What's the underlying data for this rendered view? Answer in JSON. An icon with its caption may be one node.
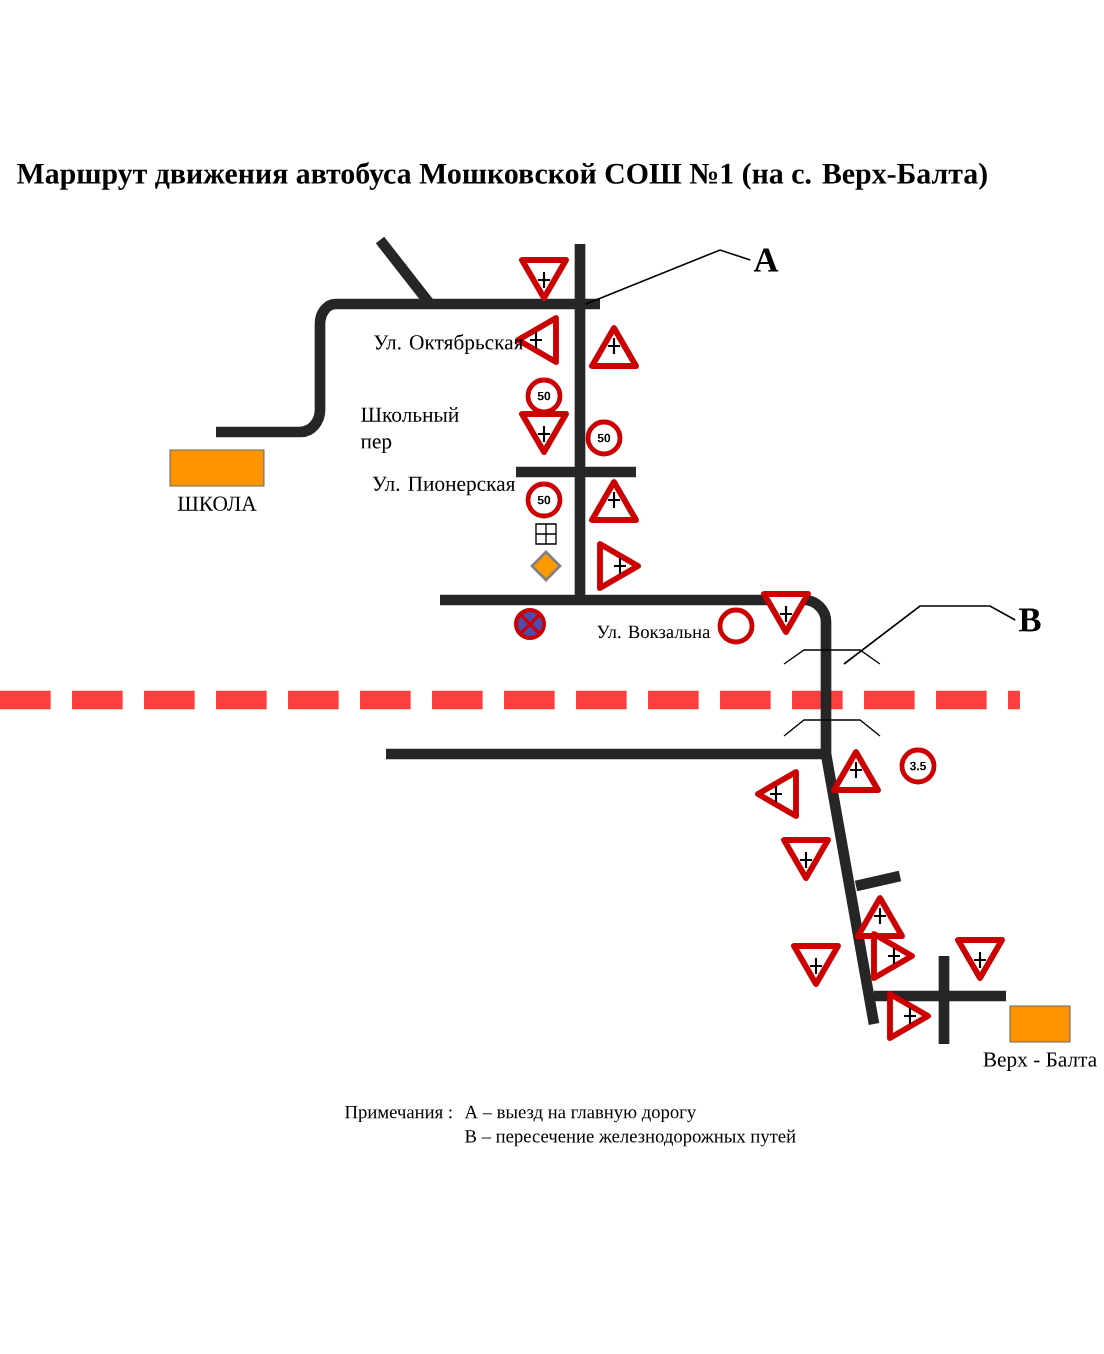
{
  "diagram": {
    "title": "Маршрут движения автобуса Мошковской СОШ №1 (на с. Верх-Балта)",
    "nodes": [
      {
        "text": [
          "ШКОЛА"
        ]
      },
      {
        "text": [
          "A"
        ]
      },
      {
        "text": [
          "B"
        ]
      },
      {
        "text": [
          "Верх - Балта"
        ]
      }
    ],
    "edges": [
      {
        "from": 1,
        "to": null,
        "arrow": "none"
      },
      {
        "from": 2,
        "to": null,
        "arrow": "none"
      }
    ],
    "labels": [
      "Ул. Октябрьская",
      "50",
      "Школьный пер",
      "50",
      "Ул. Пионерская",
      "50",
      "Ул. Вокзальна",
      "3.5",
      "Примечания :",
      "А – выезд на главную дорогу",
      "В – пересечение железнодорожных путей"
    ]
  }
}
